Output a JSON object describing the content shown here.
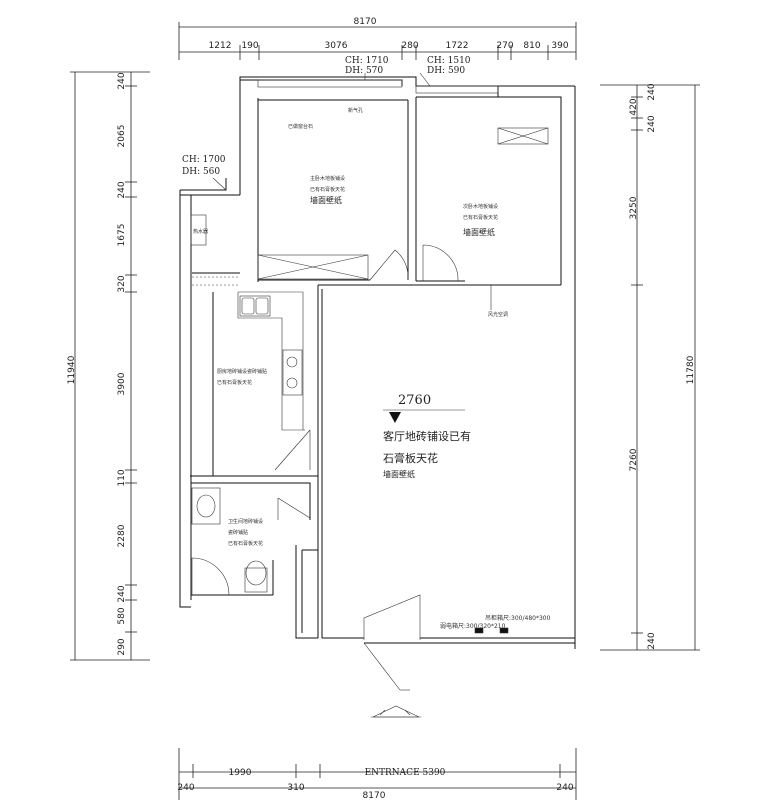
{
  "dims": {
    "top_total": "8170",
    "top_segments": [
      "1212",
      "190",
      "3076",
      "280",
      "1722",
      "270",
      "810",
      "390"
    ],
    "bottom_total": "8170",
    "bottom_segments": [
      "240",
      "1990",
      "310",
      "240"
    ],
    "bottom_entrance": "ENTRNACE 5390",
    "left_total": "11940",
    "left_segments": [
      "240",
      "2065",
      "240",
      "1675",
      "320",
      "3900",
      "110",
      "2280",
      "240",
      "580",
      "290"
    ],
    "right_total": "11780",
    "right_segments": [
      "240",
      "420",
      "240",
      "3250",
      "7260",
      "240"
    ]
  },
  "callouts": {
    "master_ch": "CH: 1710",
    "master_dh": "DH: 570",
    "second_ch": "CH: 1510",
    "second_dh": "DH: 590",
    "kitchen_ch": "CH: 1700",
    "kitchen_dh": "DH: 560"
  },
  "rooms": {
    "master_line1": "主卧木地板铺设",
    "master_line2": "已有石膏板天花",
    "master_wall": "墙面壁纸",
    "master_note": "已做窗台石",
    "master_vent": "新气孔",
    "second_line1": "次卧木地板铺设",
    "second_line2": "已有石膏板天花",
    "second_wall": "墙面壁纸",
    "kitchen_line1": "厨房地砖铺设瓷砖铺贴",
    "kitchen_line2": "已有石膏板天花",
    "kitchen_heater": "热水器",
    "bath_line1": "卫生间地砖铺设",
    "bath_line2": "瓷砖铺贴",
    "bath_line3": "已有石膏板天花",
    "living_height": "2760",
    "living_line1": "客厅地砖铺设已有",
    "living_line2": "石膏板天花",
    "living_wall": "墙面壁纸",
    "living_ac": "风光空调",
    "living_cabinet_high": "吊柜箱尺:300/480*300",
    "living_cabinet_low": "弱电箱尺:300/320*210"
  }
}
